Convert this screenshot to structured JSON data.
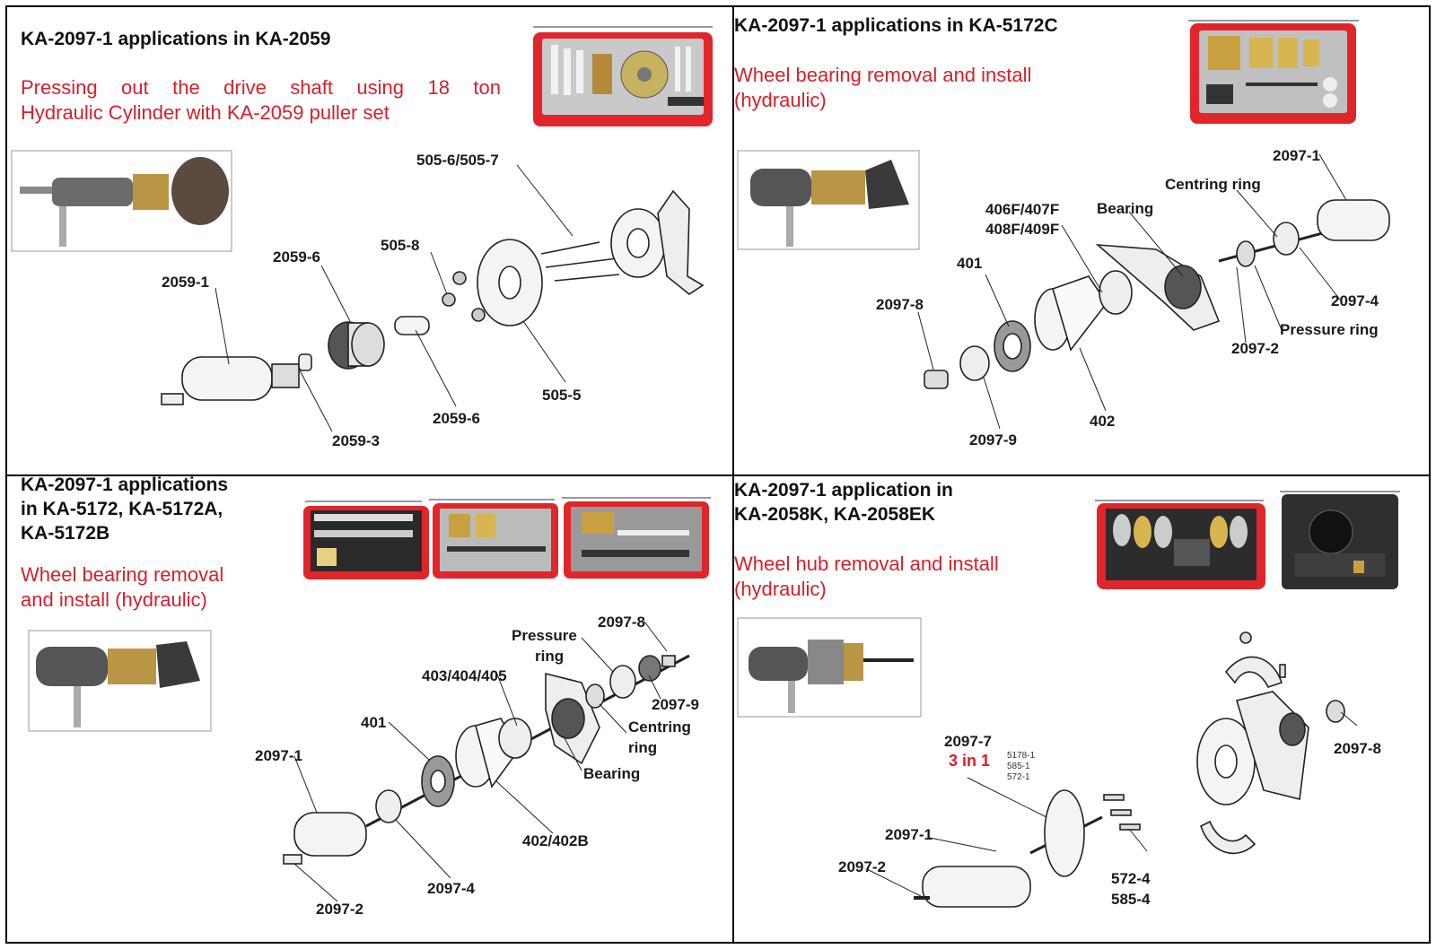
{
  "panels": {
    "p1": {
      "title": "KA-2097-1 applications in KA-2059",
      "subtitle_line1": "Pressing out the drive shaft using 18 ton",
      "subtitle_line2": "Hydraulic Cylinder with KA-2059 puller set",
      "labels": [
        "505-6/505-7",
        "505-8",
        "2059-6",
        "2059-1",
        "505-5",
        "2059-6",
        "2059-3"
      ]
    },
    "p2": {
      "title": "KA-2097-1 applications in KA-5172C",
      "subtitle_line1": "Wheel bearing removal and install",
      "subtitle_line2": "(hydraulic)",
      "labels": [
        "2097-1",
        "Centring ring",
        "406F/407F",
        "408F/409F",
        "Bearing",
        "401",
        "2097-8",
        "2097-4",
        "Pressure ring",
        "2097-2",
        "402",
        "2097-9"
      ]
    },
    "p3": {
      "title_line1": "KA-2097-1 applications",
      "title_line2": "in KA-5172, KA-5172A,",
      "title_line3": "KA-5172B",
      "subtitle_line1": "Wheel bearing removal",
      "subtitle_line2": "and install (hydraulic)",
      "labels": [
        "Pressure",
        "ring",
        "2097-8",
        "403/404/405",
        "2097-9",
        "401",
        "Centring",
        "ring",
        "2097-1",
        "Bearing",
        "402/402B",
        "2097-4",
        "2097-2"
      ]
    },
    "p4": {
      "title_line1": "KA-2097-1 application in",
      "title_line2": "KA-2058K, KA-2058EK",
      "subtitle_line1": "Wheel hub removal and install",
      "subtitle_line2": "(hydraulic)",
      "labels": [
        "2097-7",
        "3 in 1",
        "2097-1",
        "2097-2",
        "572-4",
        "585-4",
        "2097-8"
      ],
      "small_labels": [
        "5178-1",
        "585-1",
        "572-1"
      ]
    }
  },
  "colors": {
    "accent_red": "#d6202a",
    "case_red": "#e0262b",
    "border": "#000000"
  }
}
